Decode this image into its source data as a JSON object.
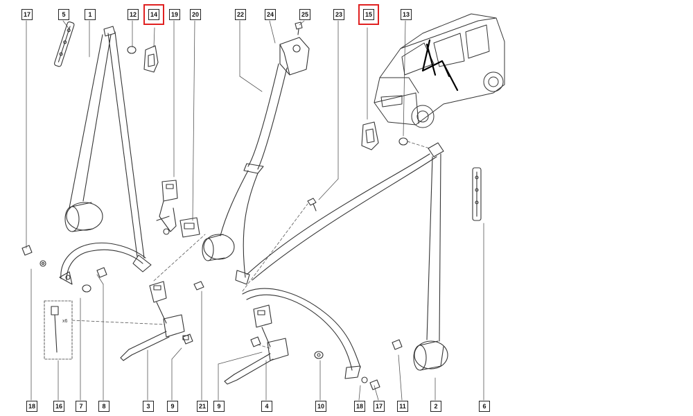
{
  "diagram": {
    "labels": {
      "l17a": "17",
      "l5": "5",
      "l1": "1",
      "l12": "12",
      "l14": "14",
      "l19": "19",
      "l20": "20",
      "l22": "22",
      "l24": "24",
      "l25": "25",
      "l23": "23",
      "l15": "15",
      "l13": "13",
      "l18a": "18",
      "l16": "16",
      "l7": "7",
      "l8": "8",
      "l3": "3",
      "l9a": "9",
      "l21": "21",
      "l9b": "9",
      "l4": "4",
      "l10": "10",
      "l18b": "18",
      "l17b": "17",
      "l11": "11",
      "l2": "2",
      "l6": "6"
    },
    "highlighted": [
      "14",
      "15"
    ],
    "highlight_color": "#e02020",
    "line_color": "#333333",
    "inset_annotation": "x6"
  }
}
